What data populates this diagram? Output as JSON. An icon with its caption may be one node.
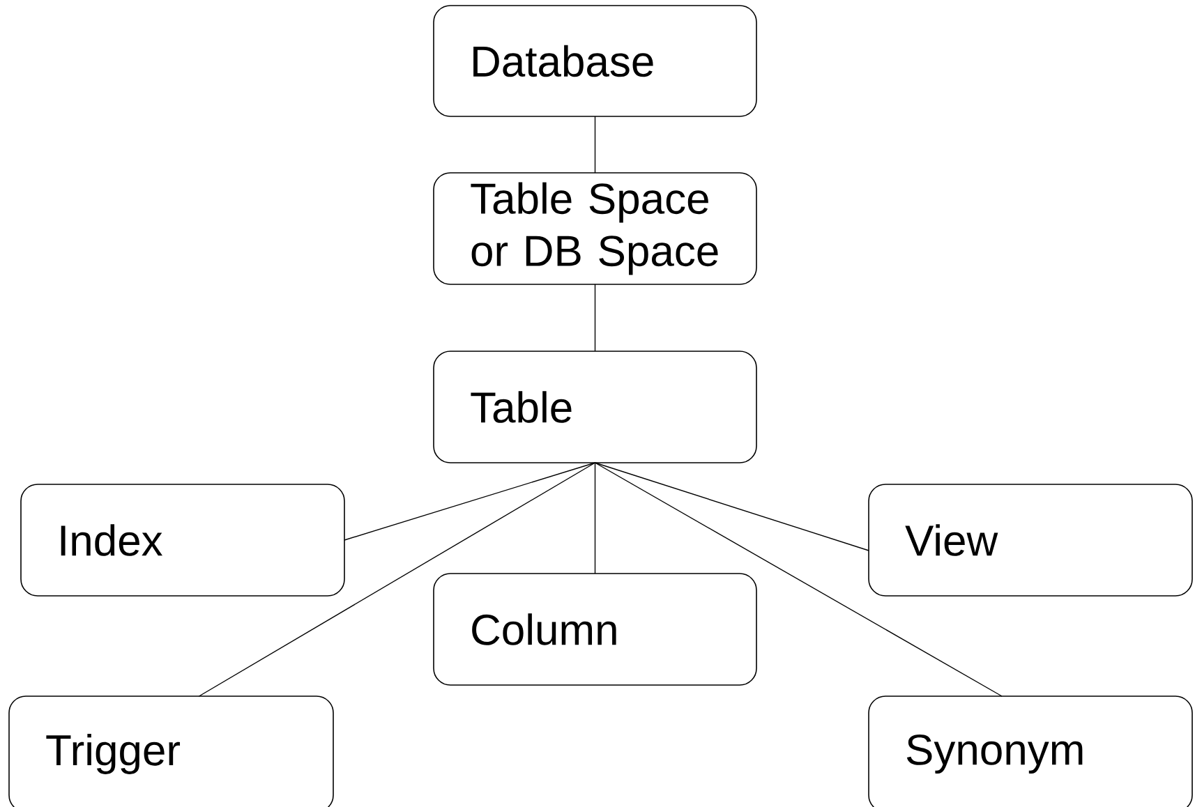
{
  "diagram": {
    "nodes": [
      {
        "text": [
          "Database"
        ]
      },
      {
        "text": [
          "Table Space or DB Space"
        ]
      },
      {
        "text": [
          "Table"
        ]
      },
      {
        "text": [
          "Index"
        ]
      },
      {
        "text": [
          "View"
        ]
      },
      {
        "text": [
          "Column"
        ]
      },
      {
        "text": [
          "Trigger"
        ]
      },
      {
        "text": [
          "Synonym"
        ]
      }
    ],
    "edges": [
      {
        "from": 0,
        "to": 1,
        "arrow": "none"
      },
      {
        "from": 1,
        "to": 2,
        "arrow": "none"
      },
      {
        "from": 2,
        "to": 3,
        "arrow": "none"
      },
      {
        "from": 2,
        "to": 6,
        "arrow": "none"
      },
      {
        "from": 2,
        "to": 5,
        "arrow": "none"
      },
      {
        "from": 2,
        "to": 4,
        "arrow": "none"
      },
      {
        "from": 2,
        "to": 7,
        "arrow": "none"
      }
    ]
  }
}
